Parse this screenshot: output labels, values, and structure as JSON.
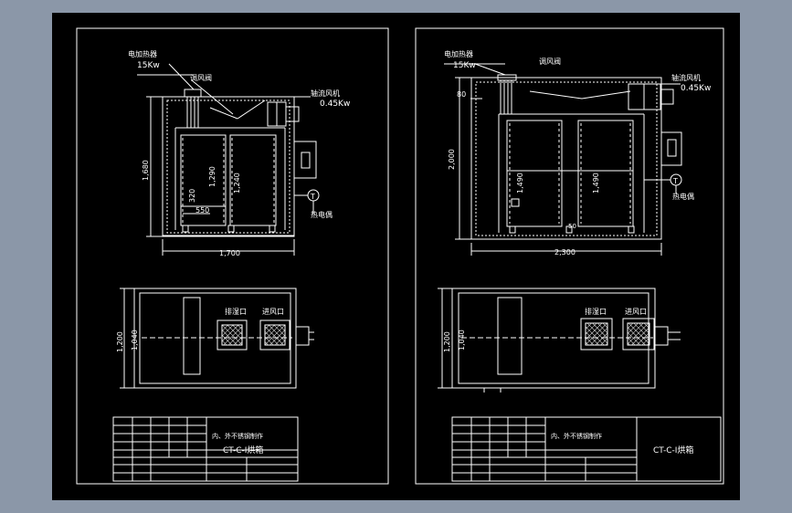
{
  "left_sheet": {
    "heater_label": "电加热器",
    "heater_power": "15Kw",
    "damper_label": "调风阀",
    "fan_label": "轴流风机",
    "fan_power": "0.45Kw",
    "insulation_label": "热电偶",
    "callout_symbol": "T",
    "dim_height_total": "1,680",
    "dim_inner_1": "1,290",
    "dim_inner_2": "1,240",
    "dim_bottom_gap": "320",
    "dim_bottom_width": "550",
    "dim_width": "1,700",
    "plan_height_outer": "1,200",
    "plan_height_inner": "1,040",
    "exhaust_label": "排湿口",
    "intake_label": "进风口",
    "title_block": {
      "material_note": "内、外不锈钢制作",
      "drawing_no": "CT-C-Ⅰ烘箱"
    }
  },
  "right_sheet": {
    "heater_label": "电加热器",
    "heater_power": "15Kw",
    "damper_label": "调风阀",
    "fan_label": "轴流风机",
    "fan_power": "0.45Kw",
    "insulation_label": "热电偶",
    "callout_symbol": "T",
    "dim_top": "80",
    "dim_height_total": "2,000",
    "dim_inner_1": "1,490",
    "dim_inner_2": "1,490",
    "dim_small": "50",
    "dim_width": "2,300",
    "plan_height_outer": "1,200",
    "plan_height_inner": "1,040",
    "exhaust_label": "排湿口",
    "intake_label": "进风口",
    "title_block": {
      "material_note": "内、外不锈钢制作",
      "drawing_no": "CT-C-Ⅰ烘箱"
    }
  }
}
